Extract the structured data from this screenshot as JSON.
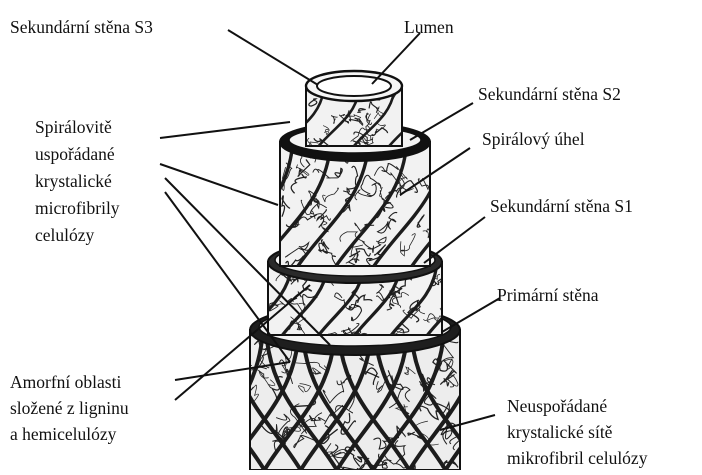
{
  "labels": {
    "s3": "Sekundární stěna S3",
    "lumen": "Lumen",
    "s2": "Sekundární stěna S2",
    "spiral_angle": "Spirálový úhel",
    "s1": "Sekundární stěna S1",
    "primary_wall": "Primární stěna",
    "crystalline_microfibrils": [
      "Spirálovitě",
      "uspořádané",
      "krystalické",
      "microfibrily",
      "celulózy"
    ],
    "amorphous_regions": [
      "Amorfní oblasti",
      "složené z ligninu",
      "a hemicelulózy"
    ],
    "disordered_network": [
      "Neuspořádané",
      "krystalické sítě",
      "mikrofibril celulózy"
    ]
  },
  "colors": {
    "ink": "#111111",
    "tube_fill": "#f4f4f4",
    "wall_ring": "#1a1a1a"
  }
}
